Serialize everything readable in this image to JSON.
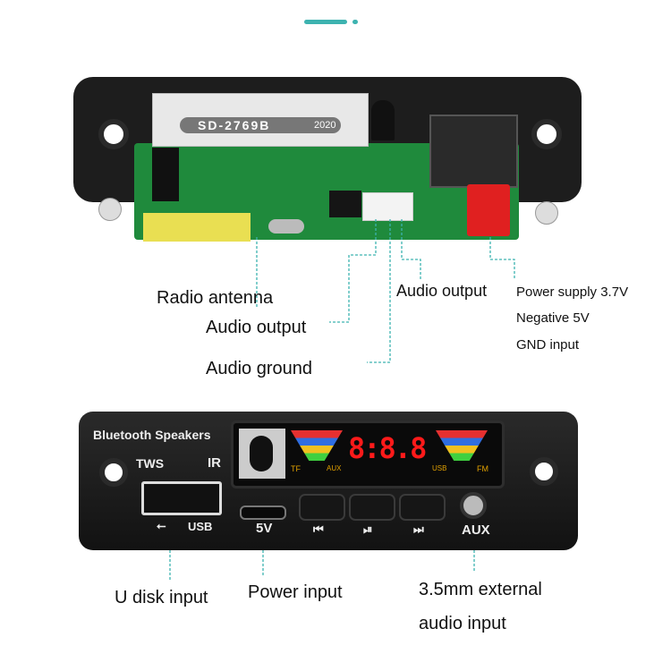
{
  "top_labels": {
    "radio_antenna": "Radio antenna",
    "audio_output_left": "Audio output",
    "audio_ground": "Audio ground",
    "audio_output_right": "Audio output",
    "power_supply": "Power supply 3.7V",
    "negative": "Negative 5V",
    "gnd": "GND input"
  },
  "board": {
    "module_marking": "SD-2769B",
    "module_year": "2020"
  },
  "panel": {
    "title": "Bluetooth Speakers",
    "tws": "TWS",
    "ir": "IR",
    "display_digits": "8:8.8",
    "display_tf": "TF",
    "display_aux": "AUX",
    "display_usb": "USB",
    "display_fm": "FM",
    "usb_label": "USB",
    "power_label": "5V",
    "aux_label": "AUX",
    "prev_glyph": "⏮",
    "play_glyph": "⏯",
    "next_glyph": "⏭"
  },
  "bottom_labels": {
    "u_disk": "U disk input",
    "power_input": "Power input",
    "external_line1": "3.5mm external",
    "external_line2": "audio input"
  },
  "colors": {
    "accent": "#3db3b0",
    "pcb": "#1f8a3c",
    "panel": "#1b1b1b",
    "led": "#ff1a1a"
  }
}
